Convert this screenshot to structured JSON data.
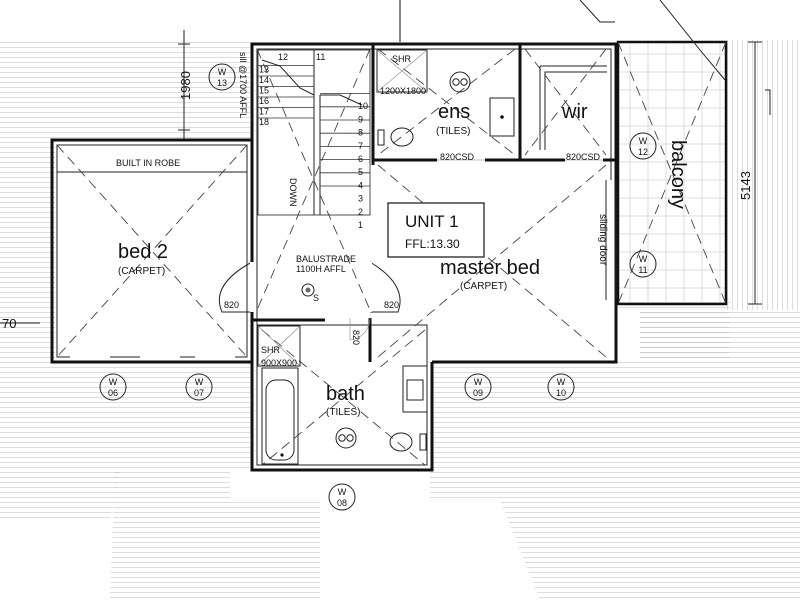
{
  "rooms": {
    "bed2": {
      "name": "bed 2",
      "finish": "(CARPET)",
      "robe": "BUILT IN ROBE"
    },
    "master": {
      "name": "master bed",
      "finish": "(CARPET)"
    },
    "ens": {
      "name": "ens",
      "finish": "(TILES)",
      "shower": "SHR",
      "shower_size": "1200X1800"
    },
    "wir": {
      "name": "wir"
    },
    "balcony": {
      "name": "balcony"
    },
    "bath": {
      "name": "bath",
      "finish": "(TILES)",
      "shower": "SHR",
      "shower_size": "900X900"
    }
  },
  "unit": {
    "title": "UNIT 1",
    "ffl": "FFL:13.30"
  },
  "stairs": {
    "down_label": "DOWN",
    "balustrade_1": "BALUSTRADE",
    "balustrade_2": "1100H AFFL",
    "sill_note": "sill @1700 AFFL",
    "smoke_detector": "S",
    "left_steps": [
      "12",
      "13",
      "14",
      "15",
      "16",
      "17",
      "18"
    ],
    "right_steps": [
      "11",
      "10",
      "9",
      "8",
      "7",
      "6",
      "5",
      "4",
      "3",
      "2",
      "1"
    ]
  },
  "doors": {
    "d820_left": "820",
    "d820_right": "820",
    "d820_vertical": "820",
    "ens_door": "820CSD",
    "wir_door": "820CSD",
    "sliding_door": "sliding door"
  },
  "dimensions": {
    "left_vertical": "1980",
    "right_vertical": "5143",
    "left_edge": "70"
  },
  "windows": {
    "W13": {
      "letter": "W",
      "number": "13"
    },
    "W12": {
      "letter": "W",
      "number": "12"
    },
    "W11": {
      "letter": "W",
      "number": "11"
    },
    "W06": {
      "letter": "W",
      "number": "06"
    },
    "W07": {
      "letter": "W",
      "number": "07"
    },
    "W08": {
      "letter": "W",
      "number": "08"
    },
    "W09": {
      "letter": "W",
      "number": "09"
    },
    "W10": {
      "letter": "W",
      "number": "10"
    }
  }
}
